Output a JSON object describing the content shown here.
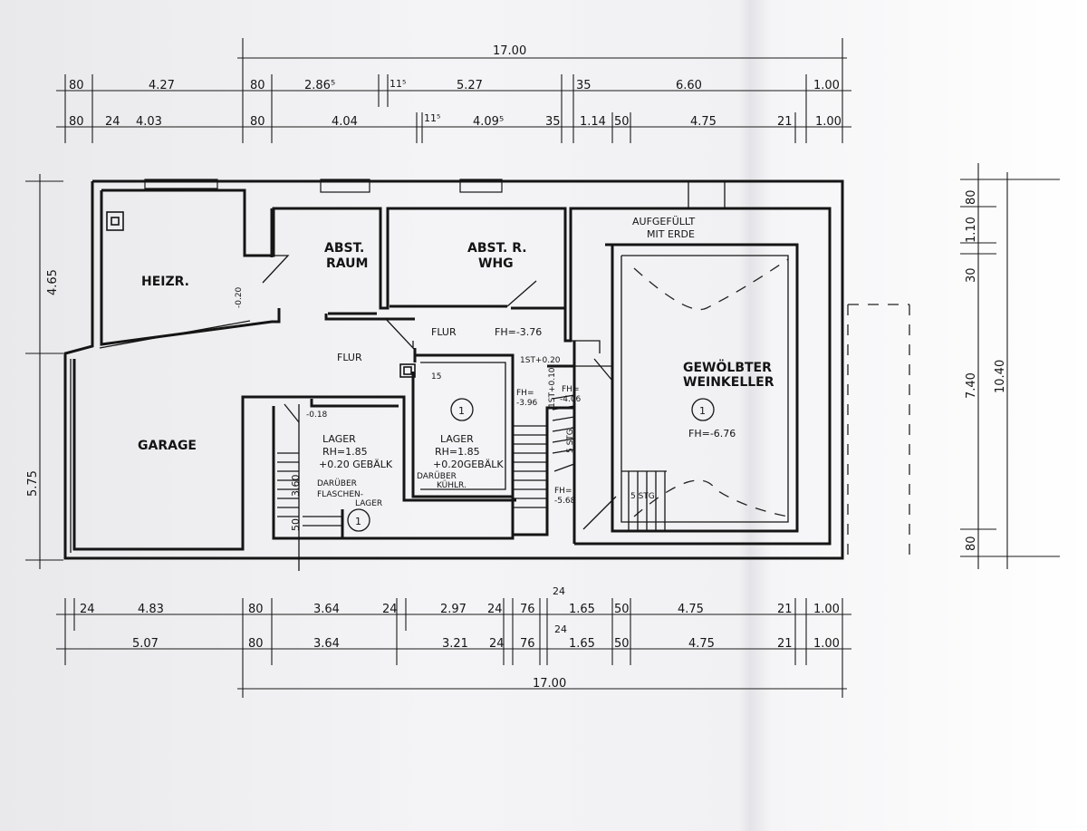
{
  "rooms": {
    "heizr": "HEIZR.",
    "abst_raum_1": "ABST.",
    "abst_raum_2": "RAUM",
    "abst_whg_1": "ABST. R.",
    "abst_whg_2": "WHG",
    "aufgefuellt_1": "AUFGEFÜLLT",
    "aufgefuellt_2": "MIT ERDE",
    "flur_upper": "FLUR",
    "flur_fh": "FH=-3.76",
    "flur_lower": "FLUR",
    "garage": "GARAGE",
    "lager1_title": "LAGER",
    "lager1_rh": "RH=1.85",
    "lager1_geb": "+0.20 GEBÄLK",
    "lager1_dar1": "DARÜBER",
    "lager1_dar2": "FLASCHEN-",
    "lager1_dar3": "LAGER",
    "lager2_title": "LAGER",
    "lager2_rh": "RH=1.85",
    "lager2_geb": "+0.20GEBÄLK",
    "lager2_dar1": "DARÜBER",
    "lager2_dar2": "KÜHLR.",
    "wein_1": "GEWÖLBTER",
    "wein_2": "WEINKELLER",
    "wein_fh": "FH=-6.76",
    "fh_396_a": "FH=",
    "fh_396_b": "-3.96",
    "fh_406_a": "FH=",
    "fh_406_b": "-4.06",
    "fh_568_a": "FH=",
    "fh_568_b": "-5.68",
    "stg_5": "5 STG.",
    "stg_5b": "5 STG.",
    "step_label_1": "1ST+0.20",
    "step_label_2": "1ST+0.10",
    "mark_1": "1",
    "mark_2": "1",
    "mark_3": "1",
    "dim_020": "-0.20",
    "dim_018": "-0.18",
    "dim_15": "15",
    "dim_360": "3.60",
    "dim_50": "50"
  },
  "dimensions": {
    "top_total": "17.00",
    "top_row1": [
      "80",
      "4.27",
      "80",
      "2.86⁵",
      "11⁵",
      "5.27",
      "35",
      "6.60",
      "1.00"
    ],
    "top_row2": [
      "80",
      "24",
      "4.03",
      "80",
      "4.04",
      "11⁵",
      "4.09⁵",
      "35",
      "1.14",
      "50",
      "4.75",
      "21",
      "1.00"
    ],
    "bottom_row1": [
      "24",
      "4.83",
      "80",
      "3.64",
      "24",
      "2.97",
      "24",
      "76",
      "1.65",
      "50",
      "4.75",
      "21",
      "1.00"
    ],
    "bottom_row2": [
      "5.07",
      "80",
      "3.64",
      "3.21",
      "24",
      "76",
      "1.65",
      "50",
      "4.75",
      "21",
      "1.00"
    ],
    "bottom_extra": [
      "24",
      "24"
    ],
    "bottom_total": "17.00",
    "left_upper": "4.65",
    "left_lower": "5.75",
    "right_col1": [
      "80",
      "1.10",
      "30",
      "7.40",
      "80"
    ],
    "right_total": "10.40"
  }
}
